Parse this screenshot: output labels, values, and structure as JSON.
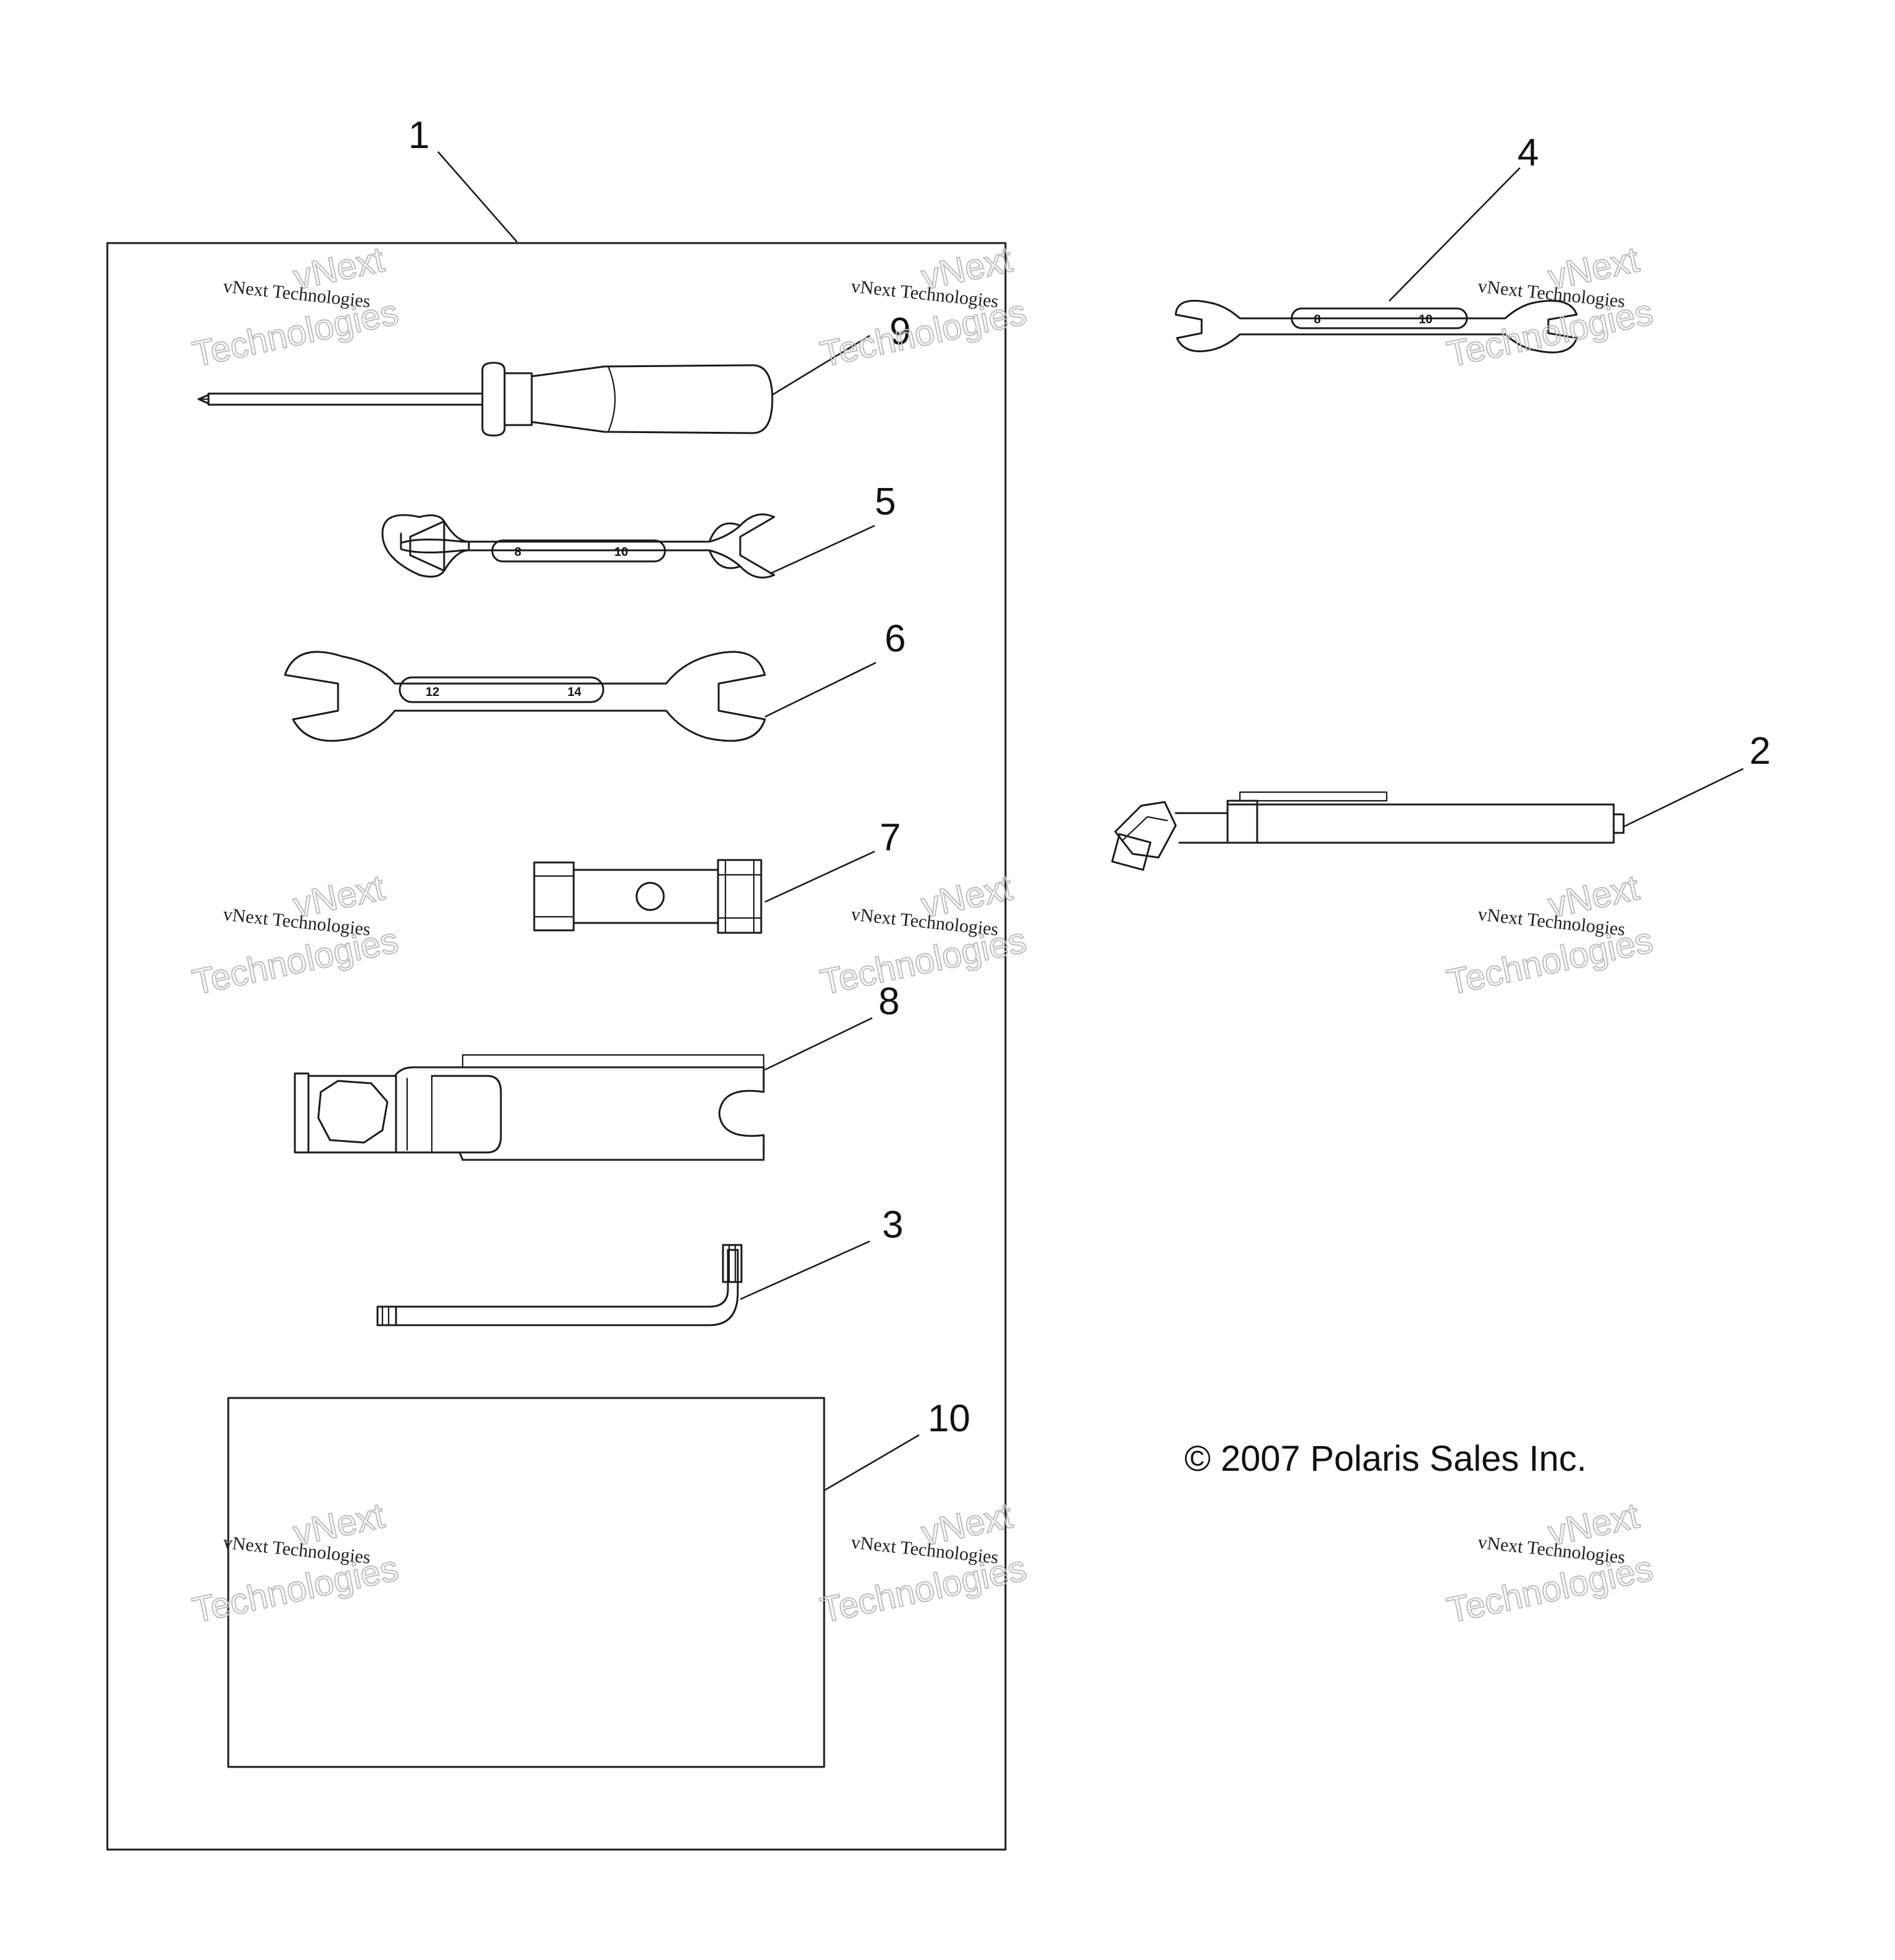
{
  "diagram": {
    "callouts": {
      "c1": "1",
      "c2": "2",
      "c3": "3",
      "c4": "4",
      "c5": "5",
      "c6": "6",
      "c7": "7",
      "c8": "8",
      "c9": "9",
      "c10": "10"
    },
    "wrench_sizes": {
      "w4_left": "8",
      "w4_right": "10",
      "w5_left": "8",
      "w5_right": "10",
      "w6_left": "12",
      "w6_right": "14"
    },
    "copyright": "© 2007 Polaris Sales Inc.",
    "watermark": {
      "line1": "vNext Technologies",
      "line2": "vNext",
      "line3": "Technologies"
    }
  }
}
